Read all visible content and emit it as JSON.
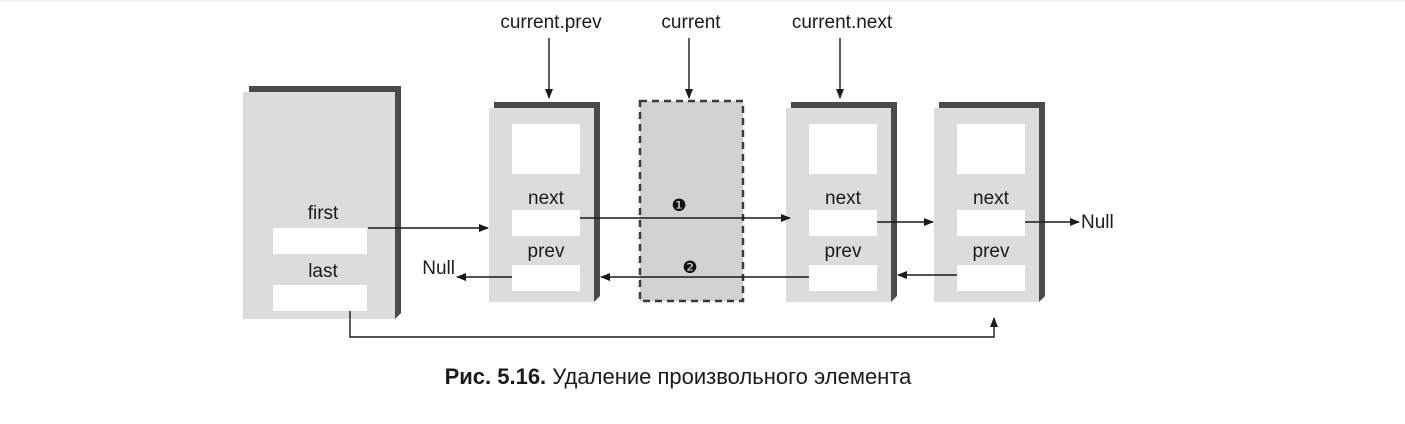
{
  "diagram": {
    "pointer_labels": {
      "current_prev": "current.prev",
      "current": "current",
      "current_next": "current.next"
    },
    "list_header": {
      "first_label": "first",
      "last_label": "last"
    },
    "nodes": [
      {
        "next_label": "next",
        "prev_label": "prev"
      },
      {
        "next_label": "next",
        "prev_label": "prev"
      },
      {
        "next_label": "next",
        "prev_label": "prev"
      }
    ],
    "null_left": "Null",
    "null_right": "Null",
    "step_markers": [
      "❶",
      "❷"
    ]
  },
  "caption": {
    "number": "Рис. 5.16.",
    "text": "Удаление произвольного элемента"
  },
  "colors": {
    "box_fill": "#dcdcdd",
    "shadow": "#4a4a4a",
    "slot": "#ffffff",
    "removed_fill": "#d2d2d2",
    "ink": "#1a1a1a"
  }
}
